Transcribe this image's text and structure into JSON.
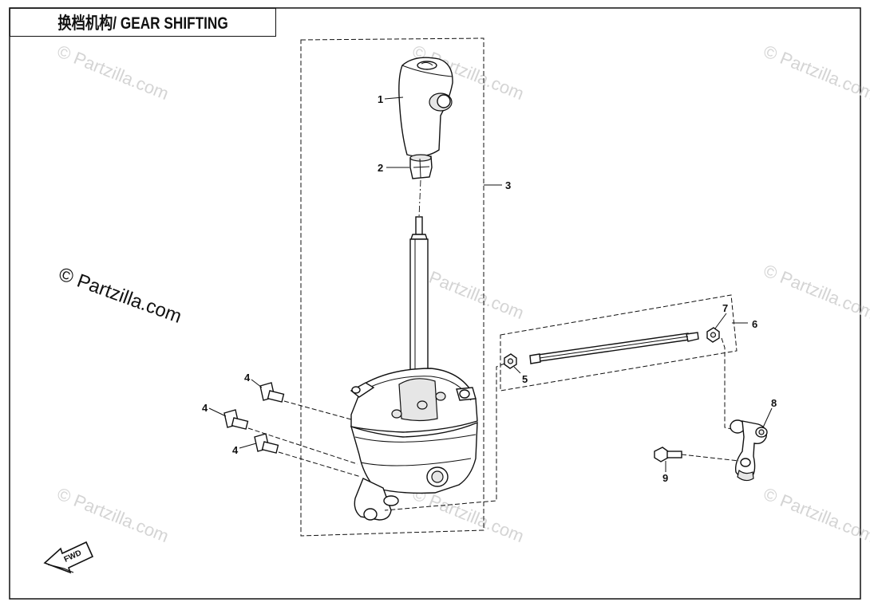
{
  "title": "换档机构/ GEAR SHIFTING",
  "watermark_text": "© Partzilla.com",
  "direction_label": "FWD",
  "callouts": [
    {
      "id": "1",
      "part": "shift-knob"
    },
    {
      "id": "2",
      "part": "knob-nut"
    },
    {
      "id": "3",
      "part": "gear-shift-assembly"
    },
    {
      "id": "4",
      "part": "bolt-upper"
    },
    {
      "id": "4",
      "part": "bolt-middle"
    },
    {
      "id": "4",
      "part": "bolt-lower"
    },
    {
      "id": "5",
      "part": "rod-nut-left"
    },
    {
      "id": "6",
      "part": "shift-rod-assembly"
    },
    {
      "id": "7",
      "part": "rod-nut-right"
    },
    {
      "id": "8",
      "part": "shift-arm"
    },
    {
      "id": "9",
      "part": "arm-bolt"
    }
  ]
}
